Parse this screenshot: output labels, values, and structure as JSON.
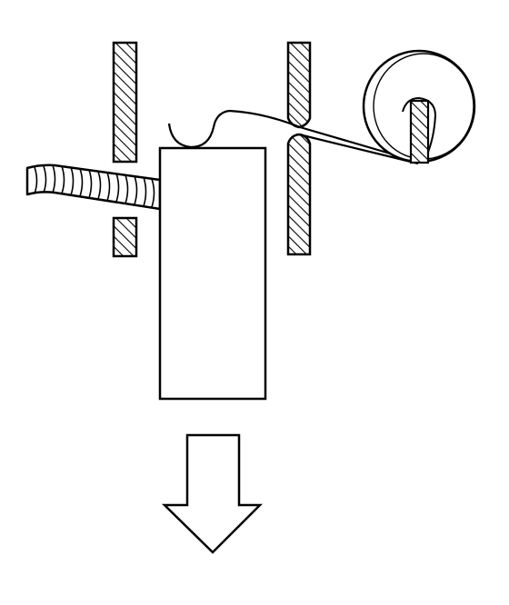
{
  "diagram": {
    "line_color": "#000000",
    "fill_color": "#ffffff",
    "components": [
      "left-wall",
      "right-wall",
      "block",
      "braided-hose",
      "wire",
      "reel",
      "down-arrow"
    ],
    "hatch_pattern": "diagonal"
  }
}
